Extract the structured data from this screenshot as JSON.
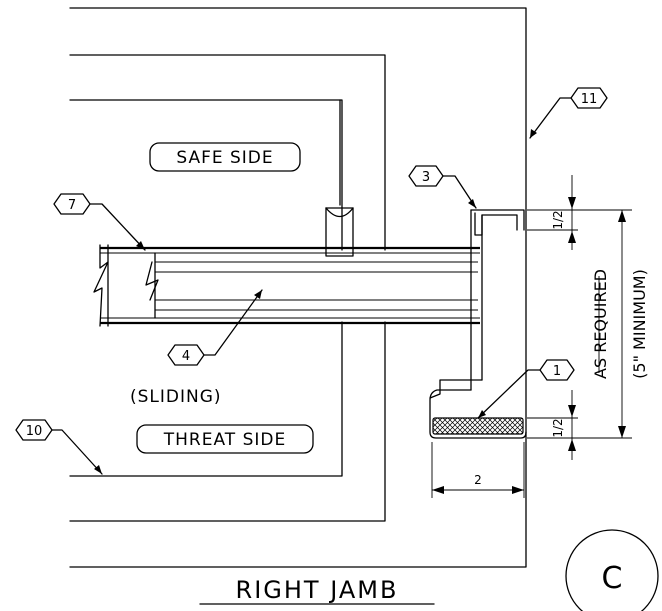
{
  "title": "RIGHT JAMB",
  "detail_letter": "C",
  "labels": {
    "safe_side": "SAFE SIDE",
    "threat_side": "THREAT SIDE",
    "sliding": "(SLIDING)"
  },
  "callouts": {
    "c1": "1",
    "c3": "3",
    "c4": "4",
    "c7": "7",
    "c10": "10",
    "c11": "11"
  },
  "dimensions": {
    "top_half": "1/2",
    "bottom_half": "1/2",
    "depth": "2",
    "as_required": "AS REQUIRED",
    "minimum": "(5\" MINIMUM)"
  }
}
